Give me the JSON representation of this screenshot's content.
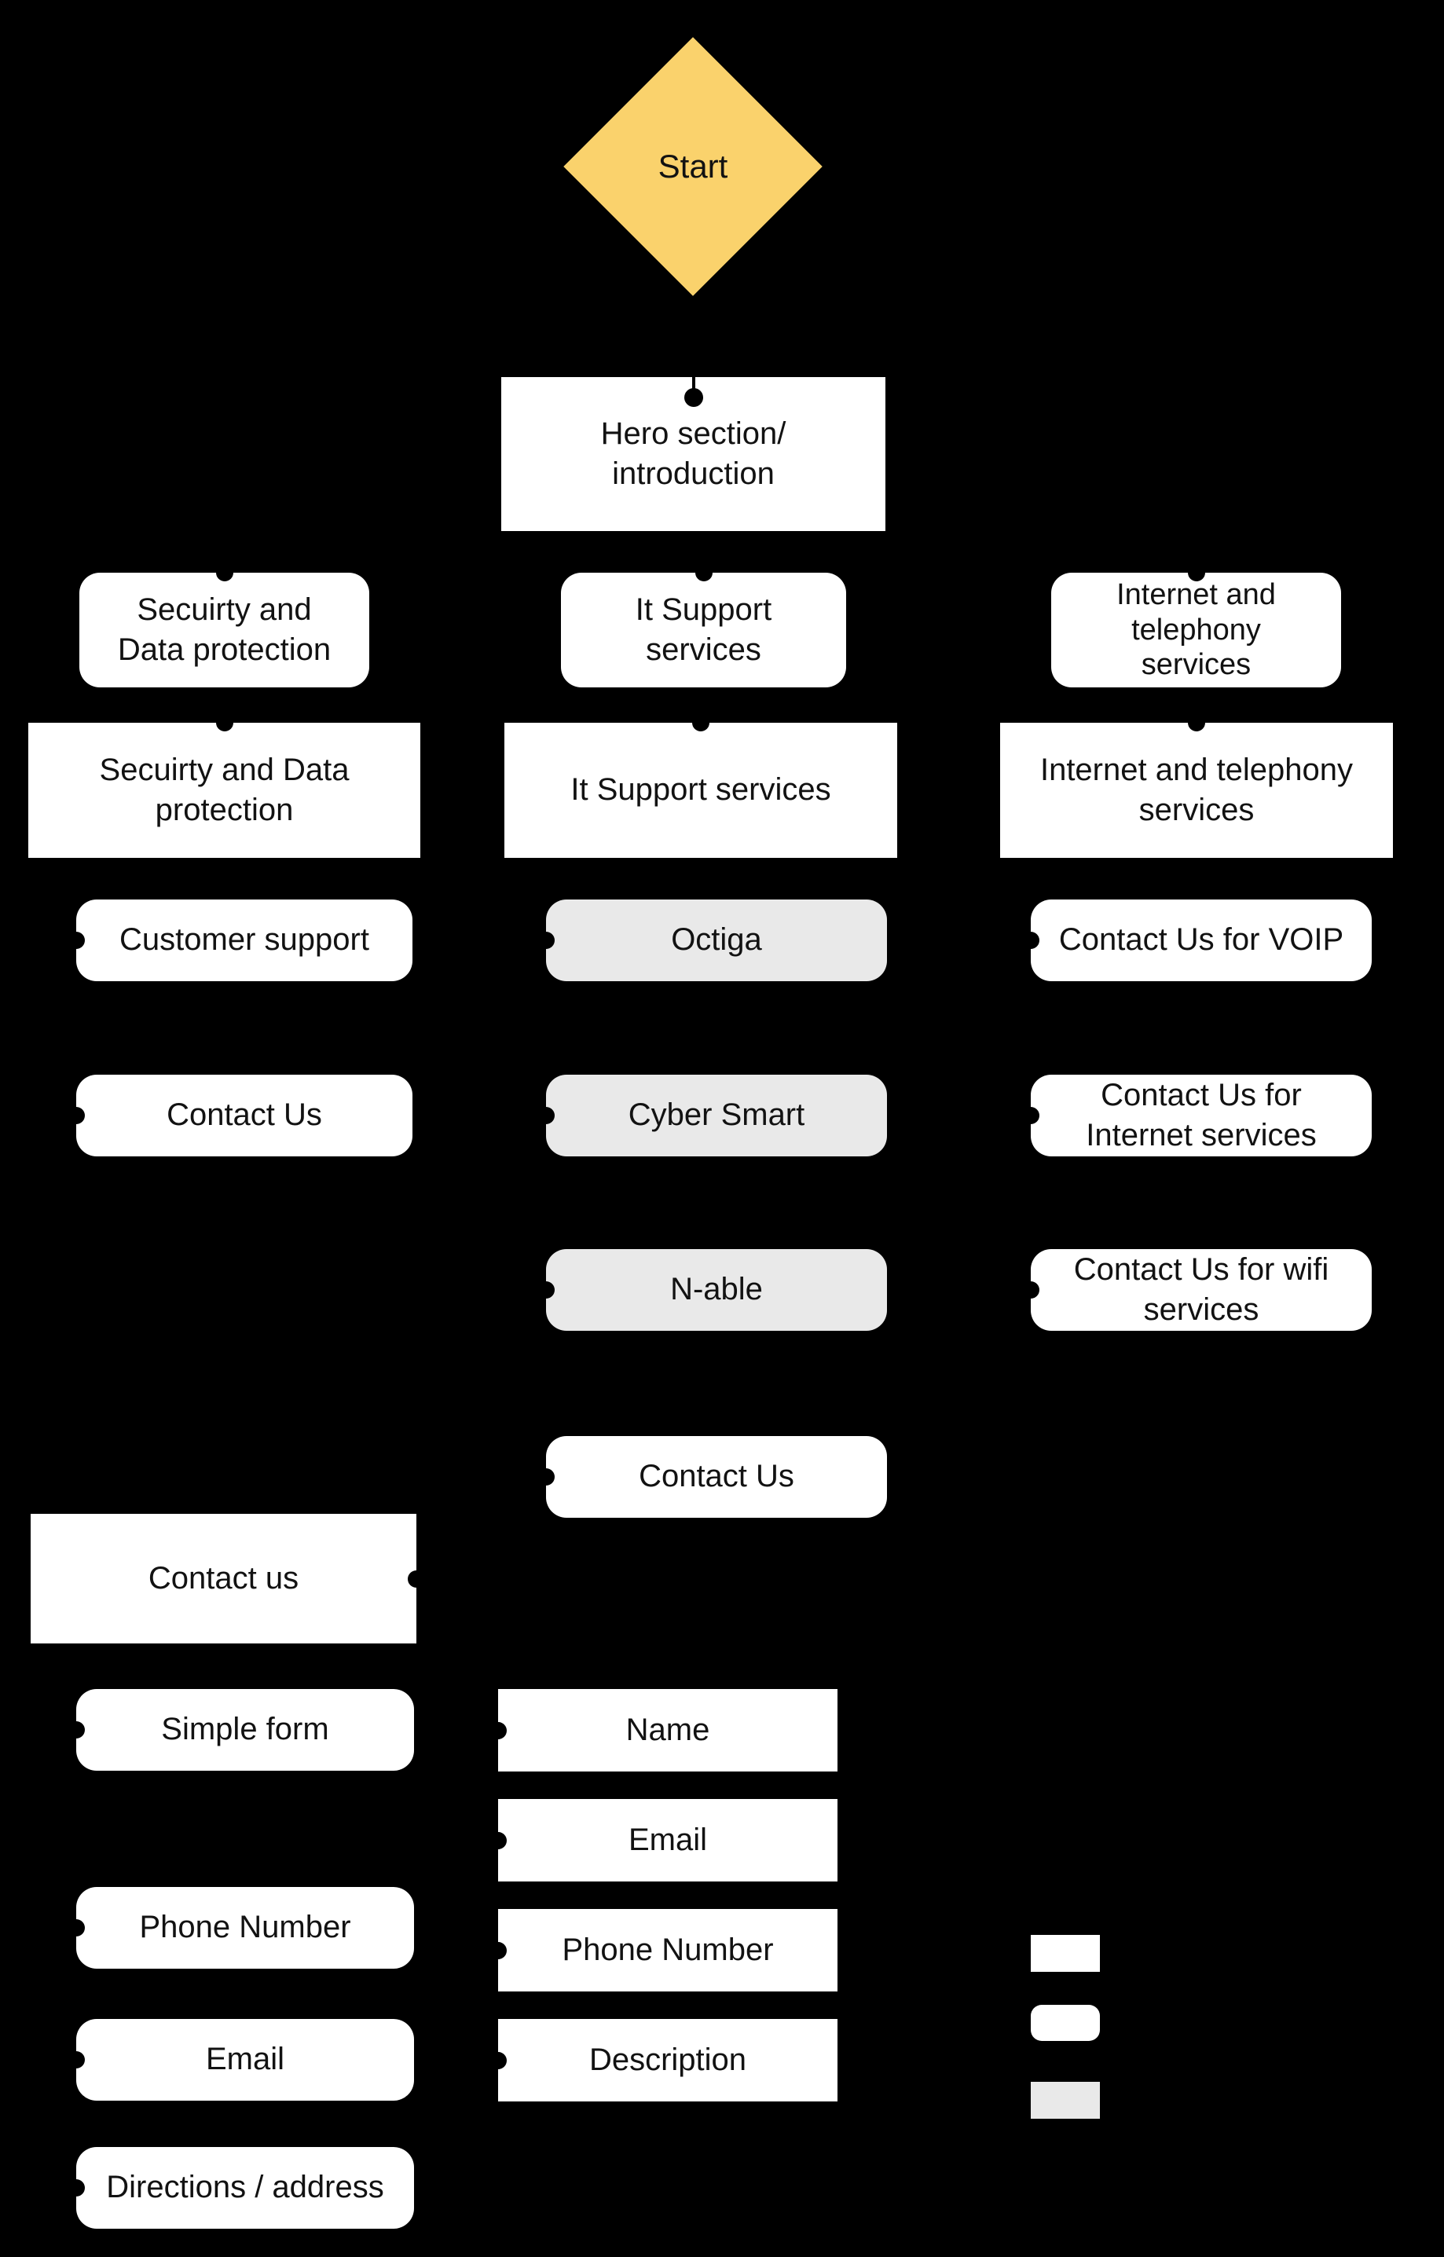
{
  "palette": {
    "background": "#000000",
    "box_white": "#FFFFFF",
    "box_gray": "#E9E9E9",
    "start_yellow": "#FAD26C",
    "text": "#121212",
    "connector": "#000000"
  },
  "diagram": {
    "start": "Start",
    "hero": "Hero section/\nintroduction",
    "security_rounded": "Secuirty and\nData protection",
    "it_rounded": "It Support\nservices",
    "internet_rounded": "Internet and\ntelephony\nservices",
    "security_section": "Secuirty and Data\nprotection",
    "it_section": "It Support services",
    "internet_section": "Internet and telephony\nservices",
    "customer_support": "Customer support",
    "octiga": "Octiga",
    "voip": "Contact Us for VOIP",
    "contact_us_security": "Contact Us",
    "cyber_smart": "Cyber Smart",
    "contact_internet": "Contact Us for\nInternet services",
    "n_able": "N-able",
    "contact_wifi": "Contact Us for wifi\nservices",
    "contact_us_it": "Contact Us",
    "contact_us_section": "Contact us",
    "simple_form": "Simple form",
    "phone_left": "Phone Number",
    "email_left": "Email",
    "directions": "Directions / address",
    "name_field": "Name",
    "email_field": "Email",
    "phone_field": "Phone Number",
    "description_field": "Description"
  }
}
